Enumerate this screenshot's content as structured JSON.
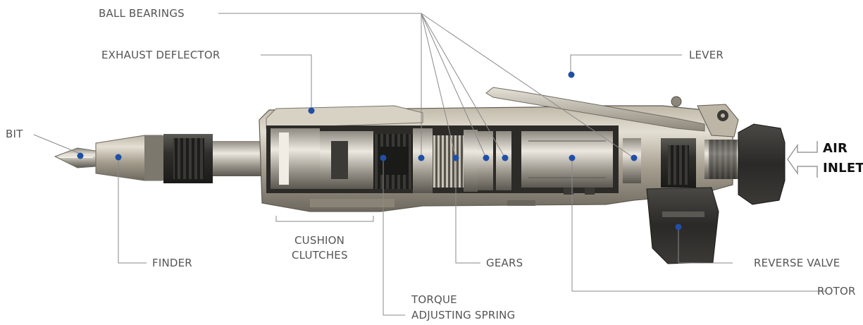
{
  "diagram": {
    "subject": "",
    "labels": {
      "ball_bearings": "BALL BEARINGS",
      "exhaust_deflector": "EXHAUST DEFLECTOR",
      "lever": "LEVER",
      "bit": "BIT",
      "finder": "FINDER",
      "cushion_line1": "CUSHION",
      "cushion_line2": "CLUTCHES",
      "gears": "GEARS",
      "reverse_valve": "REVERSE VALVE",
      "torque_line1": "TORQUE",
      "torque_line2": "ADJUSTING SPRING",
      "rotor": "ROTOR",
      "air_line1": "AIR",
      "air_line2": "INLET"
    },
    "colors": {
      "marker": "#1f4fa6",
      "leader": "#8a8a8a",
      "label_text": "#555555",
      "air_text": "#111111",
      "metal_light": "#d9d3c4",
      "metal_mid": "#a9a292",
      "metal_dark": "#4a4a46",
      "metal_black": "#2a2a28",
      "background": "#ffffff"
    }
  }
}
